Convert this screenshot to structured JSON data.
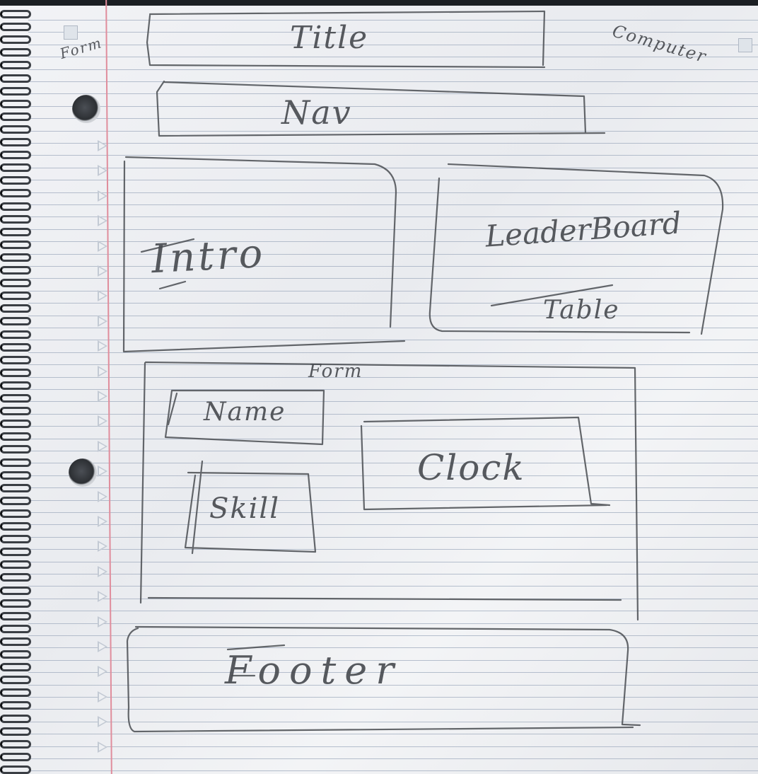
{
  "corner_labels": {
    "left": "Form",
    "right": "Computer"
  },
  "wireframe": {
    "title": "Title",
    "nav": "Nav",
    "intro": "Intro",
    "leaderboard": {
      "heading": "LeaderBoard",
      "sub": "Table"
    },
    "form": {
      "label": "Form",
      "name_field": "Name",
      "skill_field": "Skill",
      "clock": "Clock"
    },
    "footer": "Footer"
  },
  "colors": {
    "paper": "#eceef2",
    "rule_lines": "#a9b4c4",
    "margin_line": "#e08d9c",
    "pencil": "#4e5257"
  }
}
